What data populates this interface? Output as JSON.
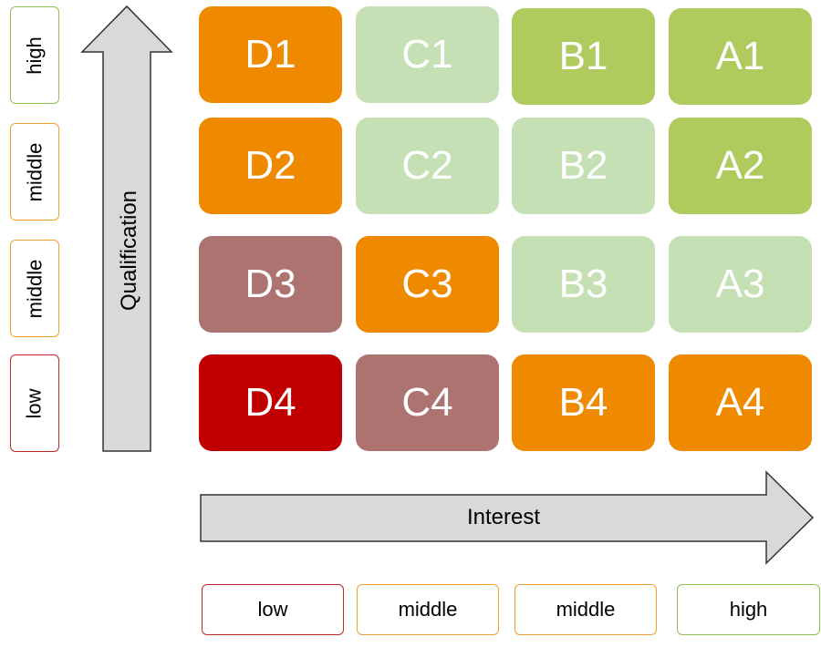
{
  "qualification_axis": {
    "label": "Qualification",
    "levels": [
      "high",
      "middle",
      "middle",
      "low"
    ],
    "level_colors": [
      "#92c050",
      "#f0a030",
      "#f0a030",
      "#c0282a"
    ]
  },
  "interest_axis": {
    "label": "Interest",
    "levels": [
      "low",
      "middle",
      "middle",
      "high"
    ],
    "level_colors": [
      "#c0282a",
      "#f0a030",
      "#f0a030",
      "#92c050"
    ]
  },
  "colors": {
    "dark_red": "#c00000",
    "muted_red": "#ad7370",
    "orange": "#ee8900",
    "light_green": "#c6e0b5",
    "green": "#afcb5e",
    "arrow_fill": "#d9d9d9",
    "arrow_stroke": "#333333"
  },
  "matrix": [
    [
      {
        "label": "D1",
        "color": "#ee8900"
      },
      {
        "label": "C1",
        "color": "#c6e0b5"
      },
      {
        "label": "B1",
        "color": "#afcb5e"
      },
      {
        "label": "A1",
        "color": "#afcb5e"
      }
    ],
    [
      {
        "label": "D2",
        "color": "#ee8900"
      },
      {
        "label": "C2",
        "color": "#c6e0b5"
      },
      {
        "label": "B2",
        "color": "#c6e0b5"
      },
      {
        "label": "A2",
        "color": "#afcb5e"
      }
    ],
    [
      {
        "label": "D3",
        "color": "#ad7370"
      },
      {
        "label": "C3",
        "color": "#ee8900"
      },
      {
        "label": "B3",
        "color": "#c6e0b5"
      },
      {
        "label": "A3",
        "color": "#c6e0b5"
      }
    ],
    [
      {
        "label": "D4",
        "color": "#c00000"
      },
      {
        "label": "C4",
        "color": "#ad7370"
      },
      {
        "label": "B4",
        "color": "#ee8900"
      },
      {
        "label": "A4",
        "color": "#ee8900"
      }
    ]
  ]
}
